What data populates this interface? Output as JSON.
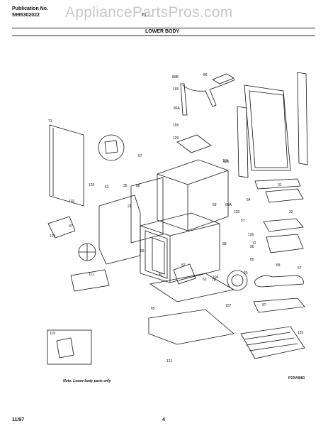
{
  "header": {
    "publication_label": "Publication No.",
    "publication_number": "5995302022",
    "model_fragment": "FL...",
    "watermark": "AppliancePartsPros.com",
    "section_title": "LOWER BODY"
  },
  "diagram": {
    "callouts": [
      "86B",
      "86",
      "155",
      "86A",
      "155",
      "129",
      "71",
      "57",
      "125",
      "125",
      "52",
      "102",
      "97",
      "21",
      "129",
      "111",
      "35",
      "88",
      "66",
      "69",
      "69A",
      "103",
      "126",
      "12",
      "20",
      "58",
      "57",
      "31",
      "32",
      "57",
      "107",
      "106",
      "82",
      "41",
      "62",
      "76",
      "97",
      "65",
      "121",
      "119",
      "125",
      "64",
      "88",
      "85",
      "90"
    ],
    "inset_note": "Note: Lower body parts only",
    "inset_callout": "119",
    "drawing_code": "P23V0081"
  },
  "footer": {
    "date": "11/97",
    "page": "4"
  }
}
